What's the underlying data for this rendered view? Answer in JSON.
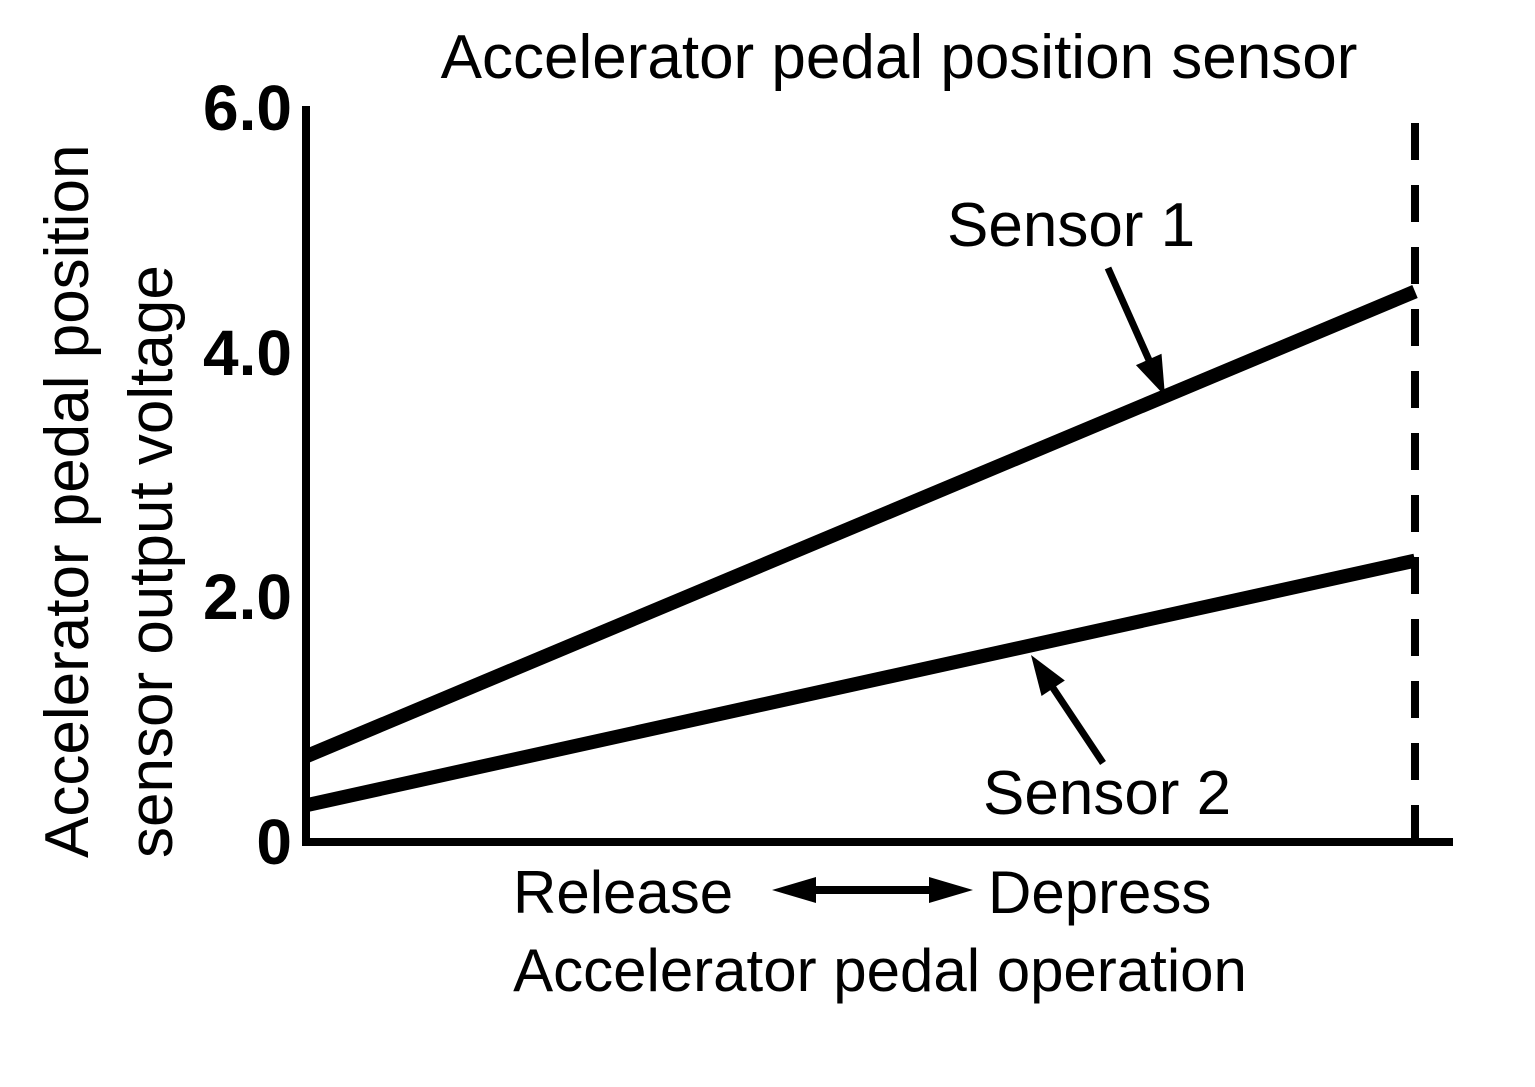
{
  "chart_data": {
    "type": "line",
    "title": "Accelerator pedal position sensor",
    "y_axis": {
      "label_lines": [
        "Accelerator pedal position",
        "sensor output voltage"
      ],
      "range": [
        0,
        6.0
      ],
      "ticks": [
        {
          "value": 6.0,
          "label": "6.0"
        },
        {
          "value": 4.0,
          "label": "4.0"
        },
        {
          "value": 2.0,
          "label": "2.0"
        },
        {
          "value": 0,
          "label": "0"
        }
      ]
    },
    "x_axis": {
      "label": "Accelerator pedal operation",
      "left_end_label": "Release",
      "right_end_label": "Depress",
      "annotation": "double-headed arrow between Release and Depress",
      "range": [
        0,
        1
      ]
    },
    "series": [
      {
        "name": "Sensor 1",
        "x": [
          0,
          1
        ],
        "values": [
          0.7,
          4.5
        ]
      },
      {
        "name": "Sensor 2",
        "x": [
          0,
          1
        ],
        "values": [
          0.3,
          2.3
        ]
      }
    ],
    "annotations": [
      {
        "text": "Sensor 1",
        "points_to": "Sensor 1 line"
      },
      {
        "text": "Sensor 2",
        "points_to": "Sensor 2 line"
      }
    ],
    "guides": {
      "dashed_vertical_at_x": 1
    },
    "grid": false,
    "legend": "none (arrow annotations label the lines)",
    "colors": {
      "foreground": "#000000",
      "background": "#ffffff"
    }
  }
}
